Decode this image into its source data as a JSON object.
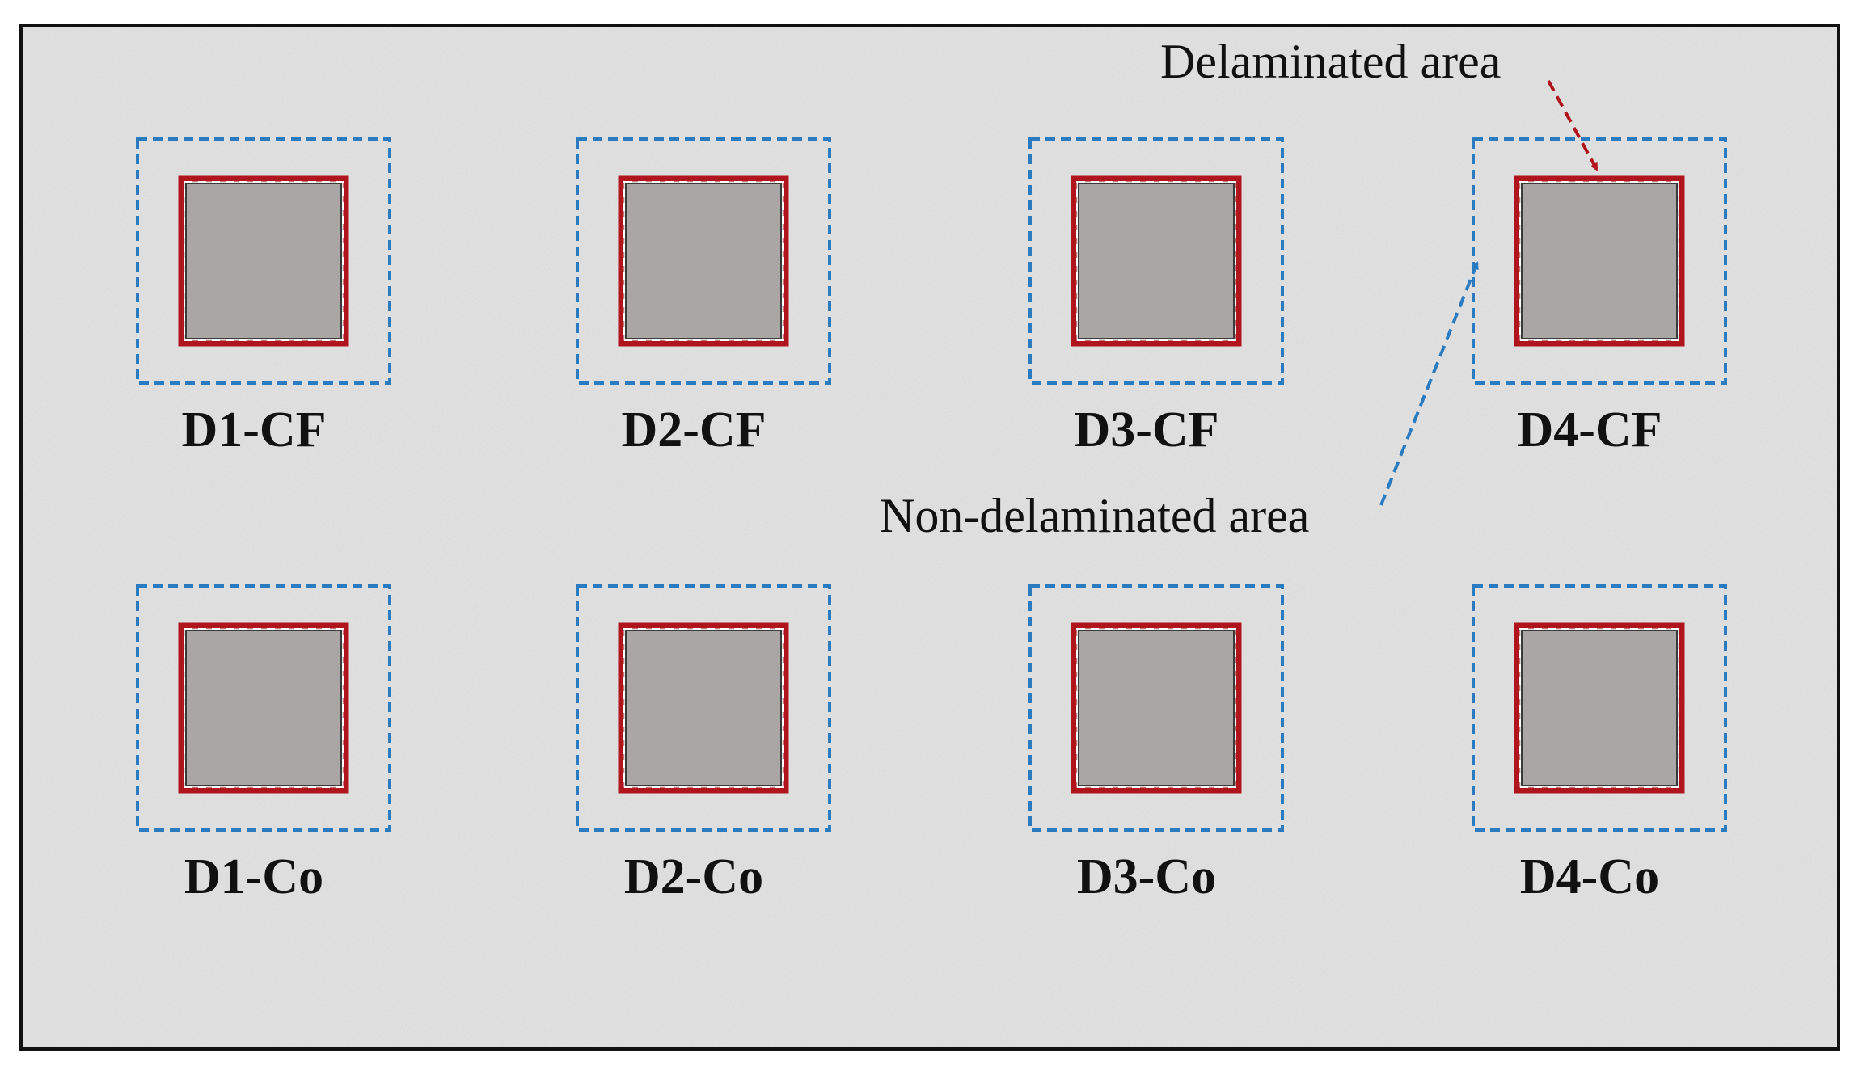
{
  "figure": {
    "colors": {
      "background": "#e4e4e4",
      "frame": "#111111",
      "specimen_fill": "#aaa6a6",
      "specimen_outline": "#3a3a3a",
      "delaminated_boundary": "#b0141c",
      "non_delaminated_boundary": "#2b7bc0",
      "label_text": "#111111"
    },
    "annotations": {
      "delaminated": "Delaminated area",
      "non_delaminated": "Non-delaminated area"
    },
    "rows": [
      {
        "series": "CF",
        "specimens": [
          {
            "label": "D1-CF"
          },
          {
            "label": "D2-CF"
          },
          {
            "label": "D3-CF"
          },
          {
            "label": "D4-CF"
          }
        ]
      },
      {
        "series": "Co",
        "specimens": [
          {
            "label": "D1-Co"
          },
          {
            "label": "D2-Co"
          },
          {
            "label": "D3-Co"
          },
          {
            "label": "D4-Co"
          }
        ]
      }
    ]
  }
}
